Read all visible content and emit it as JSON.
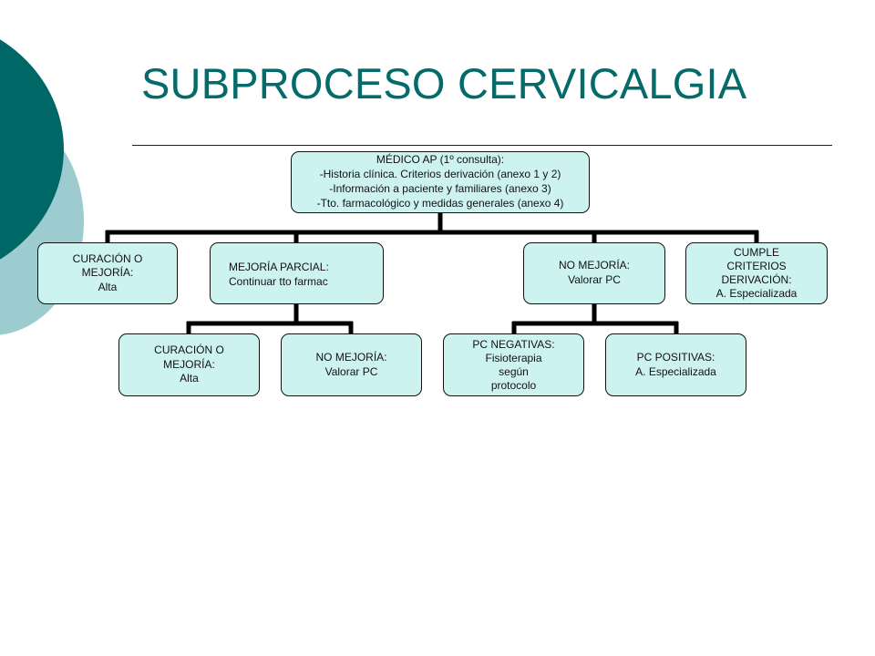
{
  "slide": {
    "title": "SUBPROCESO CERVICALGIA"
  },
  "theme": {
    "title_color": "#046a6a",
    "deco_dark": "#006767",
    "deco_light": "#9ccccf",
    "node_fill": "#cdf3f1",
    "node_border": "#111111",
    "connector": "#000000"
  },
  "diagram": {
    "root": {
      "text": "MÉDICO AP (1º consulta):\n-Historia clínica. Criterios derivación (anexo 1 y 2)\n-Información a paciente y familiares (anexo 3)\n-Tto. farmacológico y medidas generales (anexo 4)"
    },
    "level1": [
      {
        "id": "curacion",
        "text": "CURACIÓN  O\nMEJORÍA:\nAlta"
      },
      {
        "id": "mejoria-parcial",
        "text": "MEJORÍA PARCIAL:\nContinuar  tto farmac"
      },
      {
        "id": "no-mejoria",
        "text": "NO MEJORÍA:\nValorar PC"
      },
      {
        "id": "cumple-criterios",
        "text": "CUMPLE\nCRITERIOS\nDERIVACIÓN:\nA. Especializada"
      }
    ],
    "level2_parcial": [
      {
        "id": "parcial-curacion",
        "text": "CURACIÓN  O\nMEJORÍA:\nAlta"
      },
      {
        "id": "parcial-no-mejoria",
        "text": "NO MEJORÍA:\nValorar PC"
      }
    ],
    "level2_no_mejoria": [
      {
        "id": "pc-negativas",
        "text": "PC NEGATIVAS:\nFisioterapia\nsegún\nprotocolo"
      },
      {
        "id": "pc-positivas",
        "text": "PC POSITIVAS:\n  A. Especializada"
      }
    ]
  }
}
